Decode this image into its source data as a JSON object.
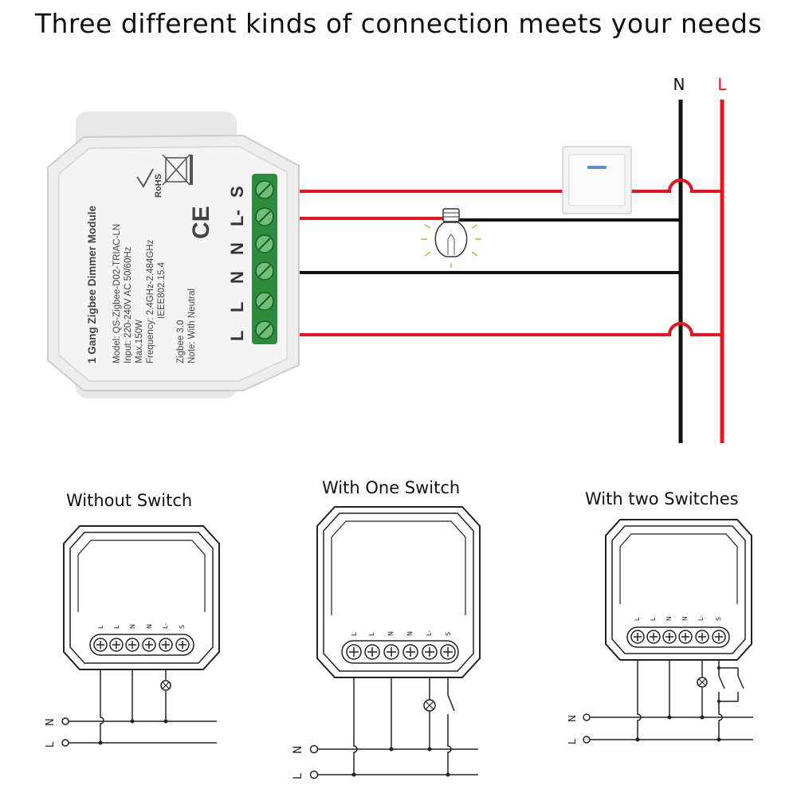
{
  "header": {
    "title": "Three different kinds of connection meets your needs"
  },
  "bus": {
    "neutral_label": "N",
    "live_label": "L"
  },
  "module": {
    "name": "1 Gang Zigbee Dimmer Module",
    "spec_lines": [
      "Model: QS-Zigbee-D02-TRIAC-LN",
      "Input: 220-240V AC 50/60Hz",
      "Max.150W",
      "Frequency: 2.4GHz-2.484GHz",
      "IEEE802.15.4"
    ],
    "zigbee": "Zigbee 3.0",
    "note": "Note: With Neutral",
    "rohs": "RoHS",
    "ce": "CE",
    "terminals": [
      "L",
      "L",
      "N",
      "N",
      "L-",
      "S"
    ]
  },
  "diagrams": [
    {
      "title": "Without Switch"
    },
    {
      "title": "With One Switch"
    },
    {
      "title": "With two Switches"
    }
  ],
  "small_terminals": [
    "L",
    "L",
    "N",
    "N",
    "L-",
    "S"
  ],
  "line_labels": {
    "neutral": "N",
    "live": "L"
  },
  "colors": {
    "live": "#e8141e",
    "neutral": "#111111",
    "terminal": "#2e8b3e",
    "outline": "#222222"
  }
}
